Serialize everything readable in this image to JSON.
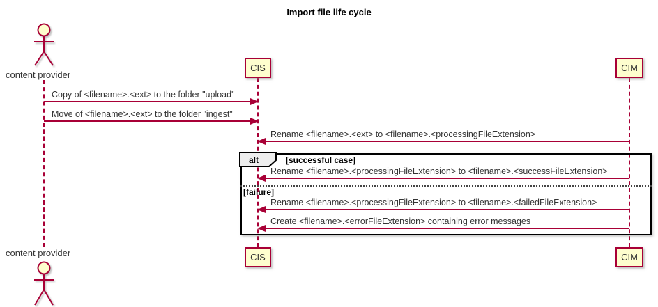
{
  "title": "Import file life cycle",
  "participants": {
    "actor": "content provider",
    "cis": "CIS",
    "cim": "CIM"
  },
  "messages": [
    "Copy of <filename>.<ext> to the folder \"upload\"",
    "Move of <filename>.<ext> to the folder \"ingest\"",
    "Rename <filename>.<ext> to <filename>.<processingFileExtension>",
    "Rename <filename>.<processingFileExtension> to <filename>.<successFileExtension>",
    "Rename <filename>.<processingFileExtension> to <filename>.<failedFileExtension>",
    "Create <filename>.<errorFileExtension> containing error messages"
  ],
  "alt_frame": {
    "label": "alt",
    "sections": [
      "[successful case]",
      "[failure]"
    ]
  },
  "colors": {
    "accent": "#A80036",
    "participant_fill": "#FEFECE",
    "frame_border": "#000000",
    "alt_tab_fill": "#EEEEEE",
    "text": "#333333"
  }
}
